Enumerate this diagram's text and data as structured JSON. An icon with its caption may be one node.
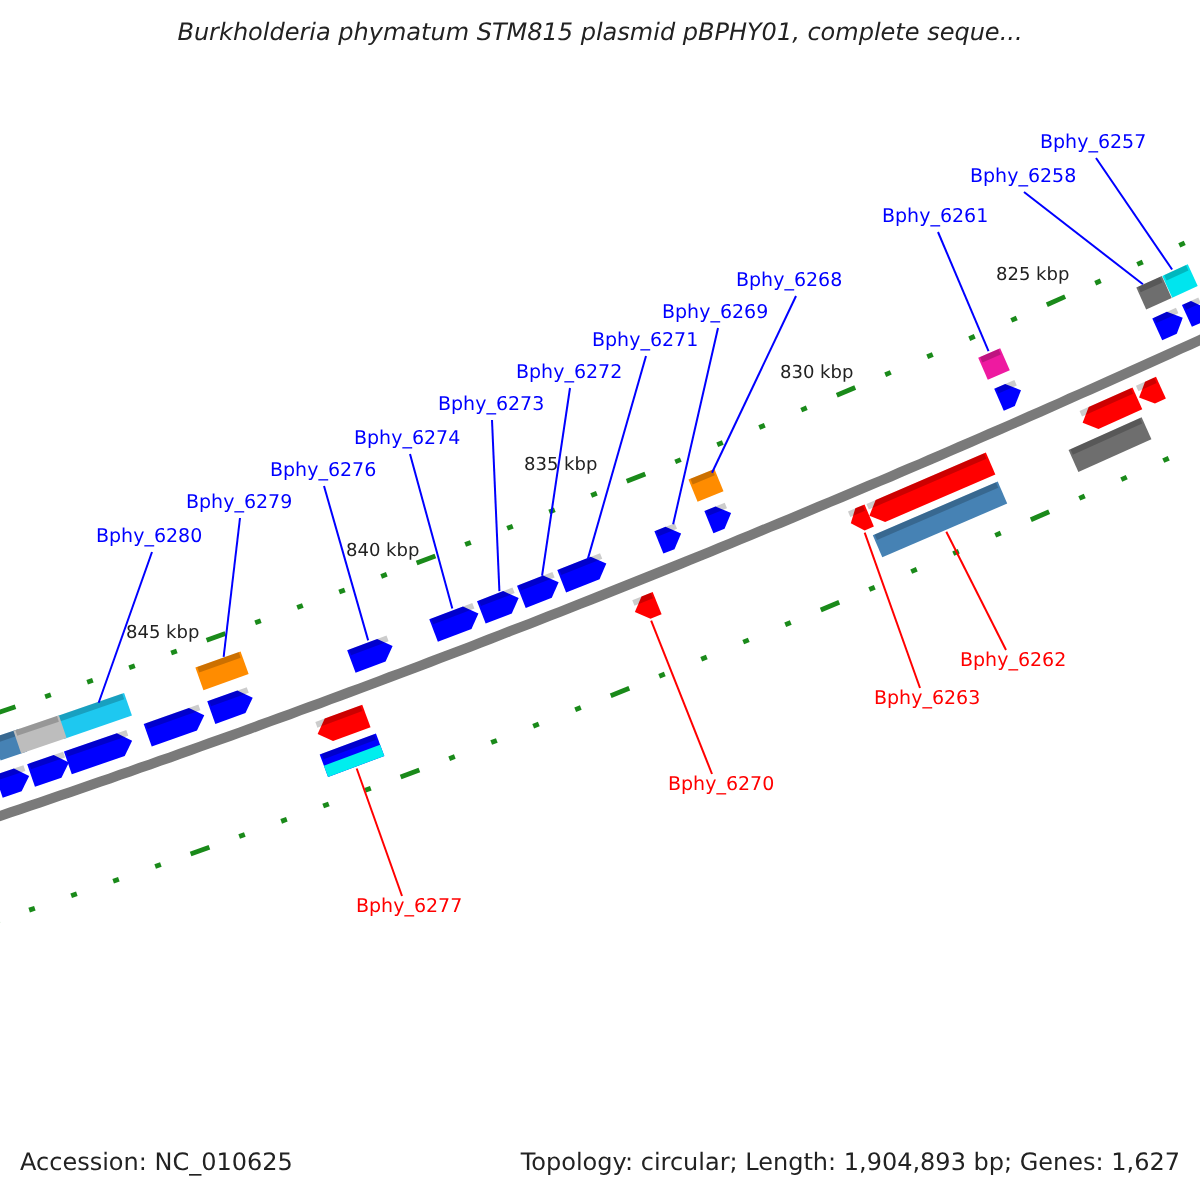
{
  "diagram": {
    "title": "Burkholderia phymatum STM815 plasmid pBPHY01, complete seque...",
    "nodes": [
      {
        "text": [
          "Bphy_6257"
        ]
      },
      {
        "text": [
          "Bphy_6258"
        ]
      },
      {
        "text": [
          "Bphy_6261"
        ]
      },
      {
        "text": [
          "Bphy_6268"
        ]
      },
      {
        "text": [
          "Bphy_6269"
        ]
      },
      {
        "text": [
          "Bphy_6271"
        ]
      },
      {
        "text": [
          "Bphy_6272"
        ]
      },
      {
        "text": [
          "Bphy_6273"
        ]
      },
      {
        "text": [
          "Bphy_6274"
        ]
      },
      {
        "text": [
          "Bphy_6276"
        ]
      },
      {
        "text": [
          "Bphy_6279"
        ]
      },
      {
        "text": [
          "Bphy_6280"
        ]
      },
      {
        "text": [
          "Bphy_6262"
        ]
      },
      {
        "text": [
          "Bphy_6263"
        ]
      },
      {
        "text": [
          "Bphy_6270"
        ]
      },
      {
        "text": [
          "Bphy_6277"
        ]
      },
      {
        "text": [],
        "shape": "box"
      },
      {
        "text": [],
        "shape": "box"
      },
      {
        "text": [],
        "shape": "box"
      },
      {
        "text": [],
        "shape": "box"
      },
      {
        "text": [],
        "shape": "arrow"
      },
      {
        "text": [],
        "shape": "arrow"
      },
      {
        "text": [],
        "shape": "arrow"
      },
      {
        "text": [],
        "shape": "arrow"
      },
      {
        "text": [],
        "shape": "arrow"
      },
      {
        "text": [],
        "shape": "arrow"
      },
      {
        "text": [],
        "shape": "box"
      },
      {
        "text": [],
        "shape": "box"
      },
      {
        "text": [],
        "shape": "box"
      },
      {
        "text": [],
        "shape": "arrow"
      },
      {
        "text": [],
        "shape": "arrow"
      },
      {
        "text": [],
        "shape": "box"
      },
      {
        "text": [],
        "shape": "box"
      },
      {
        "text": [],
        "shape": "arrow"
      },
      {
        "text": [],
        "shape": "box"
      },
      {
        "text": [],
        "shape": "arrow"
      },
      {
        "text": [],
        "shape": "arrow"
      },
      {
        "text": [],
        "shape": "arrow"
      },
      {
        "text": [],
        "shape": "arrow"
      },
      {
        "text": [],
        "shape": "arrow"
      },
      {
        "text": [],
        "shape": "arrow"
      },
      {
        "text": [],
        "shape": "arrow"
      },
      {
        "text": [],
        "shape": "arrow"
      },
      {
        "text": [],
        "shape": "arrow"
      },
      {
        "text": [],
        "shape": "box"
      },
      {
        "text": [],
        "shape": "arrow"
      },
      {
        "text": [],
        "shape": "arrow"
      },
      {
        "text": [],
        "shape": "arrow"
      }
    ],
    "edges": [
      {
        "from": 0,
        "to": 16,
        "arrow": "none"
      },
      {
        "from": 1,
        "to": 17,
        "arrow": "none"
      },
      {
        "from": 2,
        "to": 18,
        "arrow": "none"
      },
      {
        "from": 3,
        "to": 19,
        "arrow": "none"
      },
      {
        "from": 4,
        "to": 20,
        "arrow": "none"
      },
      {
        "from": 5,
        "to": 21,
        "arrow": "none"
      },
      {
        "from": 6,
        "to": 22,
        "arrow": "none"
      },
      {
        "from": 7,
        "to": 23,
        "arrow": "none"
      },
      {
        "from": 8,
        "to": 24,
        "arrow": "none"
      },
      {
        "from": 9,
        "to": 25,
        "arrow": "none"
      },
      {
        "from": 10,
        "to": 26,
        "arrow": "none"
      },
      {
        "from": 11,
        "to": 27,
        "arrow": "none"
      },
      {
        "from": 12,
        "to": 28,
        "arrow": "none",
        "color": "#ff0000"
      },
      {
        "from": 13,
        "to": 29,
        "arrow": "none",
        "color": "#ff0000"
      },
      {
        "from": 14,
        "to": 30,
        "arrow": "none",
        "color": "#ff0000"
      },
      {
        "from": 15,
        "to": 31,
        "arrow": "none",
        "color": "#ff0000"
      }
    ],
    "labels": [
      "825 kbp",
      "830 kbp",
      "835 kbp",
      "840 kbp",
      "845 kbp",
      "Accession: NC_010625",
      "Topology: circular; Length: 1,904,893 bp; Genes: 1,627"
    ]
  }
}
